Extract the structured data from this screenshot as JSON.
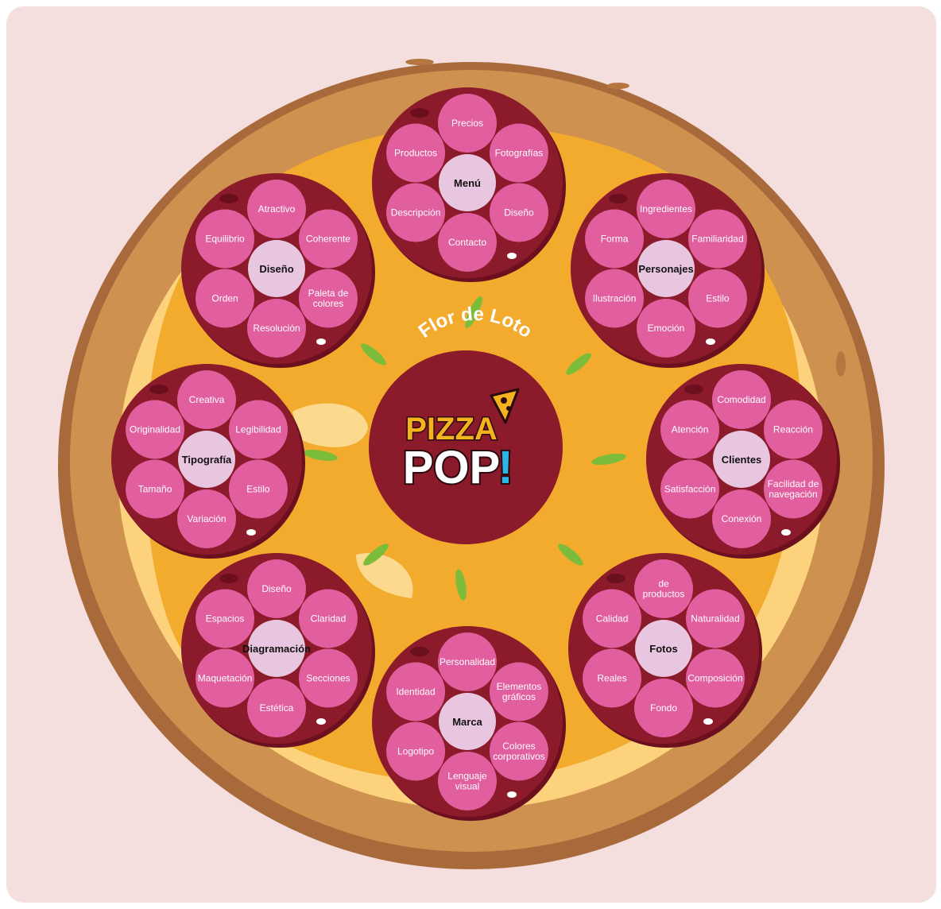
{
  "center": {
    "title": "Flor de Loto",
    "logo_line1": "PIZZA",
    "logo_line2": "POP",
    "logo_bang": "!",
    "logo_icon": "pizza-slice-icon"
  },
  "colors": {
    "background": "#f4dede",
    "crust": "#c98a4e",
    "cheese": "#fcd27d",
    "sauce": "#f3ab2e",
    "pepperoni": "#8b1a2b",
    "petal": "#e15f9f",
    "core": "#e9c6df"
  },
  "flowers": [
    {
      "name": "Menú",
      "petals": [
        [
          "Precios"
        ],
        [
          "Fotografías"
        ],
        [
          "Diseño"
        ],
        [
          "Contacto"
        ],
        [
          "Descripción"
        ],
        [
          "Productos"
        ]
      ]
    },
    {
      "name": "Personajes",
      "petals": [
        [
          "Ingredientes"
        ],
        [
          "Familiaridad"
        ],
        [
          "Estilo"
        ],
        [
          "Emoción"
        ],
        [
          "Ilustración"
        ],
        [
          "Forma"
        ]
      ]
    },
    {
      "name": "Clientes",
      "petals": [
        [
          "Comodidad"
        ],
        [
          "Reacción"
        ],
        [
          "Facilidad de",
          "navegación"
        ],
        [
          "Conexión"
        ],
        [
          "Satisfacción"
        ],
        [
          "Atención"
        ]
      ]
    },
    {
      "name": "Fotos",
      "petals": [
        [
          "de",
          "productos"
        ],
        [
          "Naturalidad"
        ],
        [
          "Composición"
        ],
        [
          "Fondo"
        ],
        [
          "Reales"
        ],
        [
          "Calidad"
        ]
      ]
    },
    {
      "name": "Marca",
      "petals": [
        [
          "Personalidad"
        ],
        [
          "Elementos",
          "gráficos"
        ],
        [
          "Colores",
          "corporativos"
        ],
        [
          "Lenguaje",
          "visual"
        ],
        [
          "Logotipo"
        ],
        [
          "Identidad"
        ]
      ]
    },
    {
      "name": "Diagramación",
      "petals": [
        [
          "Diseño"
        ],
        [
          "Claridad"
        ],
        [
          "Secciones"
        ],
        [
          "Estética"
        ],
        [
          "Maquetación"
        ],
        [
          "Espacios"
        ]
      ]
    },
    {
      "name": "Tipografía",
      "petals": [
        [
          "Creativa"
        ],
        [
          "Legibilidad"
        ],
        [
          "Estilo"
        ],
        [
          "Variación"
        ],
        [
          "Tamaño"
        ],
        [
          "Originalidad"
        ]
      ]
    },
    {
      "name": "Diseño",
      "petals": [
        [
          "Atractivo"
        ],
        [
          "Coherente"
        ],
        [
          "Paleta de",
          "colores"
        ],
        [
          "Resolución"
        ],
        [
          "Orden"
        ],
        [
          "Equilibrio"
        ]
      ]
    }
  ]
}
